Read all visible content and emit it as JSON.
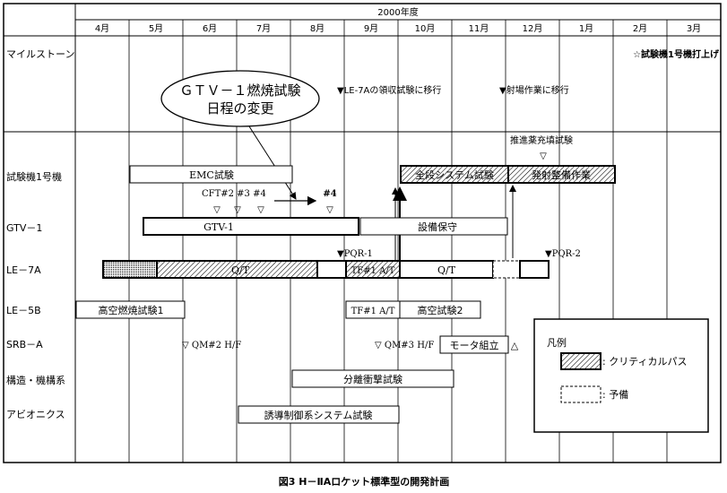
{
  "year_header": "2000年度",
  "months": [
    "4月",
    "5月",
    "6月",
    "7月",
    "8月",
    "9月",
    "10月",
    "11月",
    "12月",
    "1月",
    "2月",
    "3月"
  ],
  "rows": [
    "マイルストーン",
    "試験機1号機",
    "GTV－1",
    "LE－7A",
    "LE－5B",
    "SRB－A",
    "構造・機構系",
    "アビオニクス"
  ],
  "milestones": {
    "launch": "☆試験機1号機打上げ",
    "le7a_transfer": "▼LE-7Aの領収試験に移行",
    "range_ops": "▼射場作業に移行"
  },
  "callout": {
    "line1": "ＧＴＶ－１燃焼試験",
    "line2": "日程の変更"
  },
  "tf1": {
    "emc": "EMC試験",
    "cft_labels": "CFT#2  #3  #4",
    "cft4_new": "#4",
    "propellant": "推進薬充填試験",
    "full_system": "全段システム試験",
    "launch_prep": "発射整備作業"
  },
  "gtv": {
    "bar": "GTV-1",
    "maintenance": "設備保守"
  },
  "le7a": {
    "pqr1": "▼PQR-1",
    "pqr2": "▼PQR-2",
    "qt1": "Q/T",
    "tf1": "TF#1 A/T",
    "qt2": "Q/T"
  },
  "le5b": {
    "altitude1": "高空燃焼試験1",
    "tf1": "TF#1 A/T",
    "altitude2": "高空試験2"
  },
  "srb": {
    "qm2": "▽  QM#2 H/F",
    "qm3": "▽  QM#3 H/F",
    "motor": "モータ組立"
  },
  "structure": {
    "separation": "分離衝撃試験"
  },
  "avionics": {
    "guidance": "誘導制御系システム試験"
  },
  "legend": {
    "title": "凡例",
    "critical": ": クリティカルパス",
    "reserve": ": 予備"
  },
  "caption": "図3   H－ⅡAロケット標準型の開発計画"
}
